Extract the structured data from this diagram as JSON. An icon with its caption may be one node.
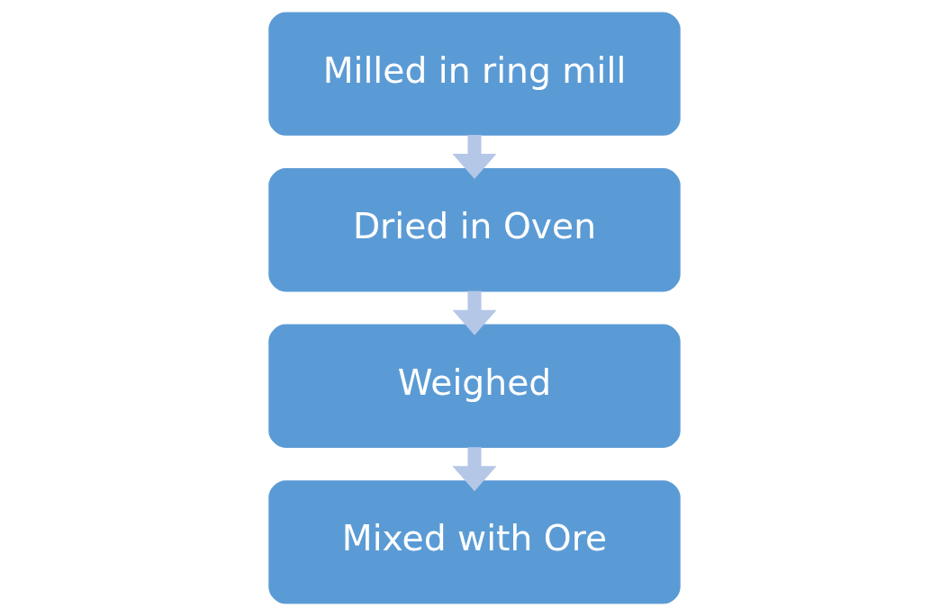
{
  "diagram": {
    "nodes": [
      {
        "text": [
          "Milled in ring mill"
        ]
      },
      {
        "text": [
          "Dried in Oven"
        ]
      },
      {
        "text": [
          "Weighed"
        ]
      },
      {
        "text": [
          "Mixed with Ore"
        ]
      }
    ],
    "edges": [
      {
        "from": 0,
        "to": 1,
        "arrow": "to"
      },
      {
        "from": 1,
        "to": 2,
        "arrow": "to"
      },
      {
        "from": 2,
        "to": 3,
        "arrow": "to"
      }
    ]
  }
}
